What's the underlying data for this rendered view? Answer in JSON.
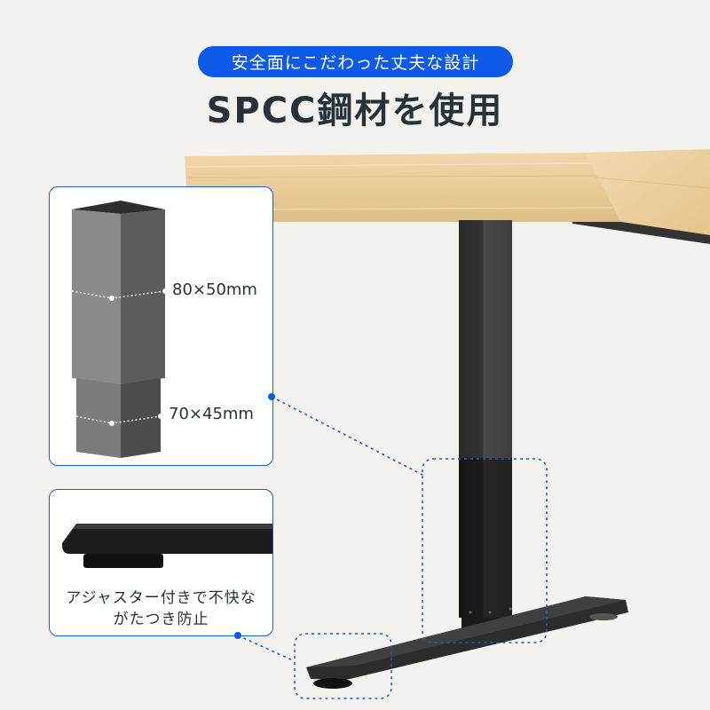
{
  "header": {
    "badge": "安全面にこだわった丈夫な設計",
    "title": "SPCC鋼材を使用"
  },
  "callouts": {
    "pipes": {
      "upper_dimension": "80×50mm",
      "lower_dimension": "70×45mm"
    },
    "adjuster": {
      "caption_line1": "アジャスター付きで不快な",
      "caption_line2": "がたつき防止"
    }
  },
  "colors": {
    "accent": "#0d5ae8",
    "text": "#263238",
    "background": "#f3f2ef",
    "wood": "#e9cf9f",
    "steel_dark": "#1f1f1f",
    "steel_grey": "#6b6b6b"
  }
}
